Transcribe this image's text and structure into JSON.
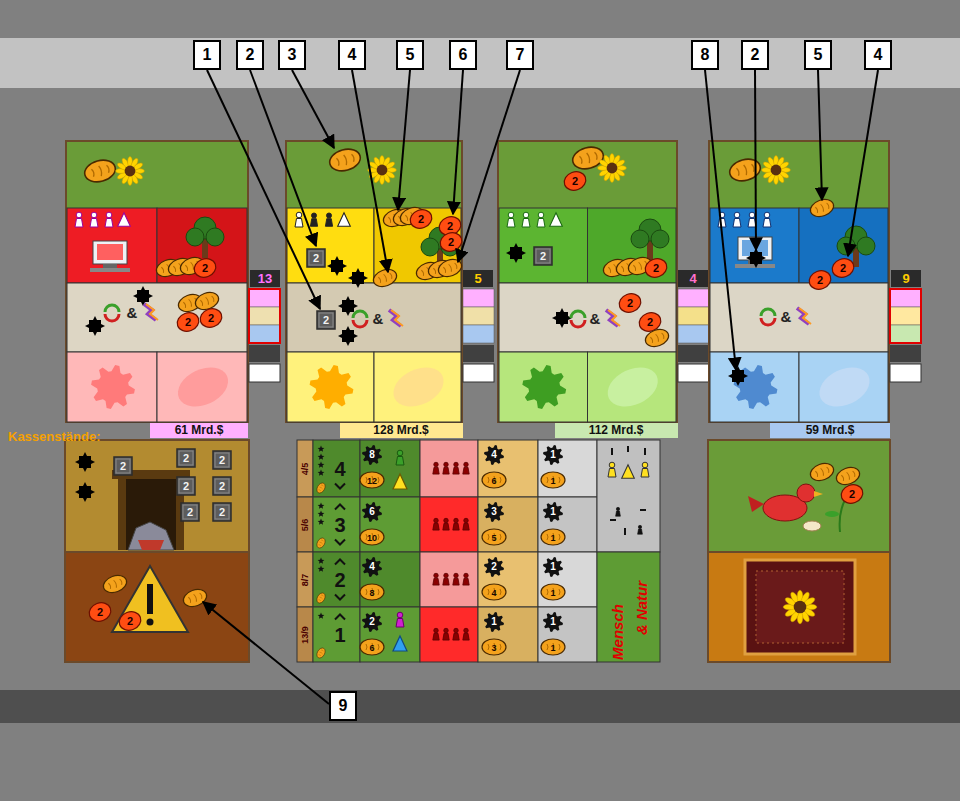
{
  "diagram": {
    "nodes": [
      {
        "text": [
          "1"
        ]
      },
      {
        "text": [
          "2"
        ]
      },
      {
        "text": [
          "3"
        ]
      },
      {
        "text": [
          "4"
        ]
      },
      {
        "text": [
          "5"
        ]
      },
      {
        "text": [
          "6"
        ]
      },
      {
        "text": [
          "7"
        ]
      },
      {
        "text": [
          "8"
        ]
      },
      {
        "text": [
          "2"
        ]
      },
      {
        "text": [
          "5"
        ]
      },
      {
        "text": [
          "4"
        ]
      },
      {
        "text": [
          "13"
        ]
      },
      {
        "text": [
          "5"
        ]
      },
      {
        "text": [
          "4"
        ]
      },
      {
        "text": [
          "9"
        ]
      },
      {
        "text": [
          "61 Mrd.$"
        ]
      },
      {
        "text": [
          "128 Mrd.$"
        ]
      },
      {
        "text": [
          "112 Mrd.$"
        ]
      },
      {
        "text": [
          "59 Mrd.$"
        ]
      },
      {
        "text": [
          "9"
        ]
      }
    ],
    "labels": [
      "2",
      "2",
      "2",
      "&",
      "2",
      "2",
      "2",
      "2",
      "2",
      "&",
      "2",
      "2",
      "2",
      "2",
      "2",
      "&",
      "2",
      "2",
      "&",
      "Kassenstände:",
      "2",
      "2",
      "2",
      "2",
      "2",
      "2",
      "2",
      "2",
      "2",
      "2",
      "4/5",
      "4",
      "8",
      "12",
      "4",
      "6",
      "1",
      "1",
      "5/6",
      "3",
      "6",
      "10",
      "3",
      "5",
      "1",
      "1",
      "8/7",
      "2",
      "4",
      "8",
      "2",
      "4",
      "1",
      "1",
      "13/9",
      "1",
      "2",
      "6",
      "1",
      "3",
      "1",
      "1",
      "Mensch",
      "& Natur"
    ]
  }
}
